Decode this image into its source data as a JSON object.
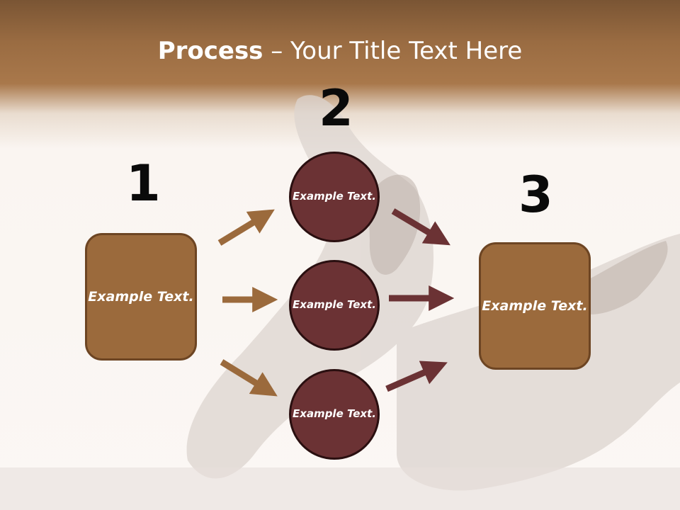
{
  "title": {
    "bold": "Process",
    "rest": " – Your Title Text Here"
  },
  "steps": [
    {
      "number": "1",
      "box_text": "Example Text."
    },
    {
      "number": "2"
    },
    {
      "number": "3",
      "box_text": "Example Text."
    }
  ],
  "circles": [
    {
      "text": "Example Text."
    },
    {
      "text": "Example Text."
    },
    {
      "text": "Example Text."
    }
  ],
  "colors": {
    "header_brown": "#a9784b",
    "box_fill": "#9b6a3c",
    "circle_fill": "#6b3234",
    "arrow_light": "#9b6a3c",
    "arrow_dark": "#6b3234"
  }
}
